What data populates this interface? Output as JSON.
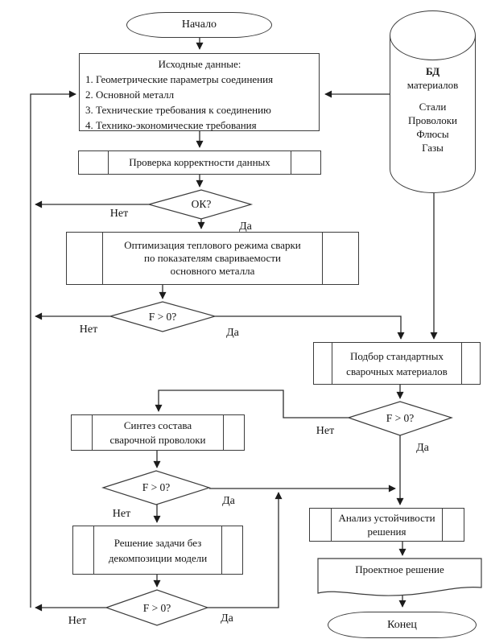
{
  "flowchart": {
    "labels": {
      "yes": "Да",
      "no": "Нет"
    },
    "start": "Начало",
    "end": "Конец",
    "input_data": {
      "title": "Исходные данные:",
      "items": [
        "1. Геометрические параметры соединения",
        "2. Основной металл",
        "3. Технические требования к соединению",
        "4. Технико-экономические требования"
      ]
    },
    "database": {
      "name": "БД",
      "kind": "материалов",
      "contents": [
        "Стали",
        "Проволоки",
        "Флюсы",
        "Газы"
      ]
    },
    "check_data": "Проверка корректности данных",
    "decision_ok": "ОК?",
    "decision_f": "F > 0?",
    "optimization": [
      "Оптимизация теплового режима сварки",
      "по показателям свариваемости",
      "основного металла"
    ],
    "select_materials": [
      "Подбор стандартных",
      "сварочных материалов"
    ],
    "synthesis": [
      "Синтез состава",
      "сварочной проволоки"
    ],
    "solve_without": [
      "Решение задачи без",
      "декомпозиции модели"
    ],
    "stability": [
      "Анализ устойчивости",
      "решения"
    ],
    "design_solution": "Проектное решение"
  }
}
